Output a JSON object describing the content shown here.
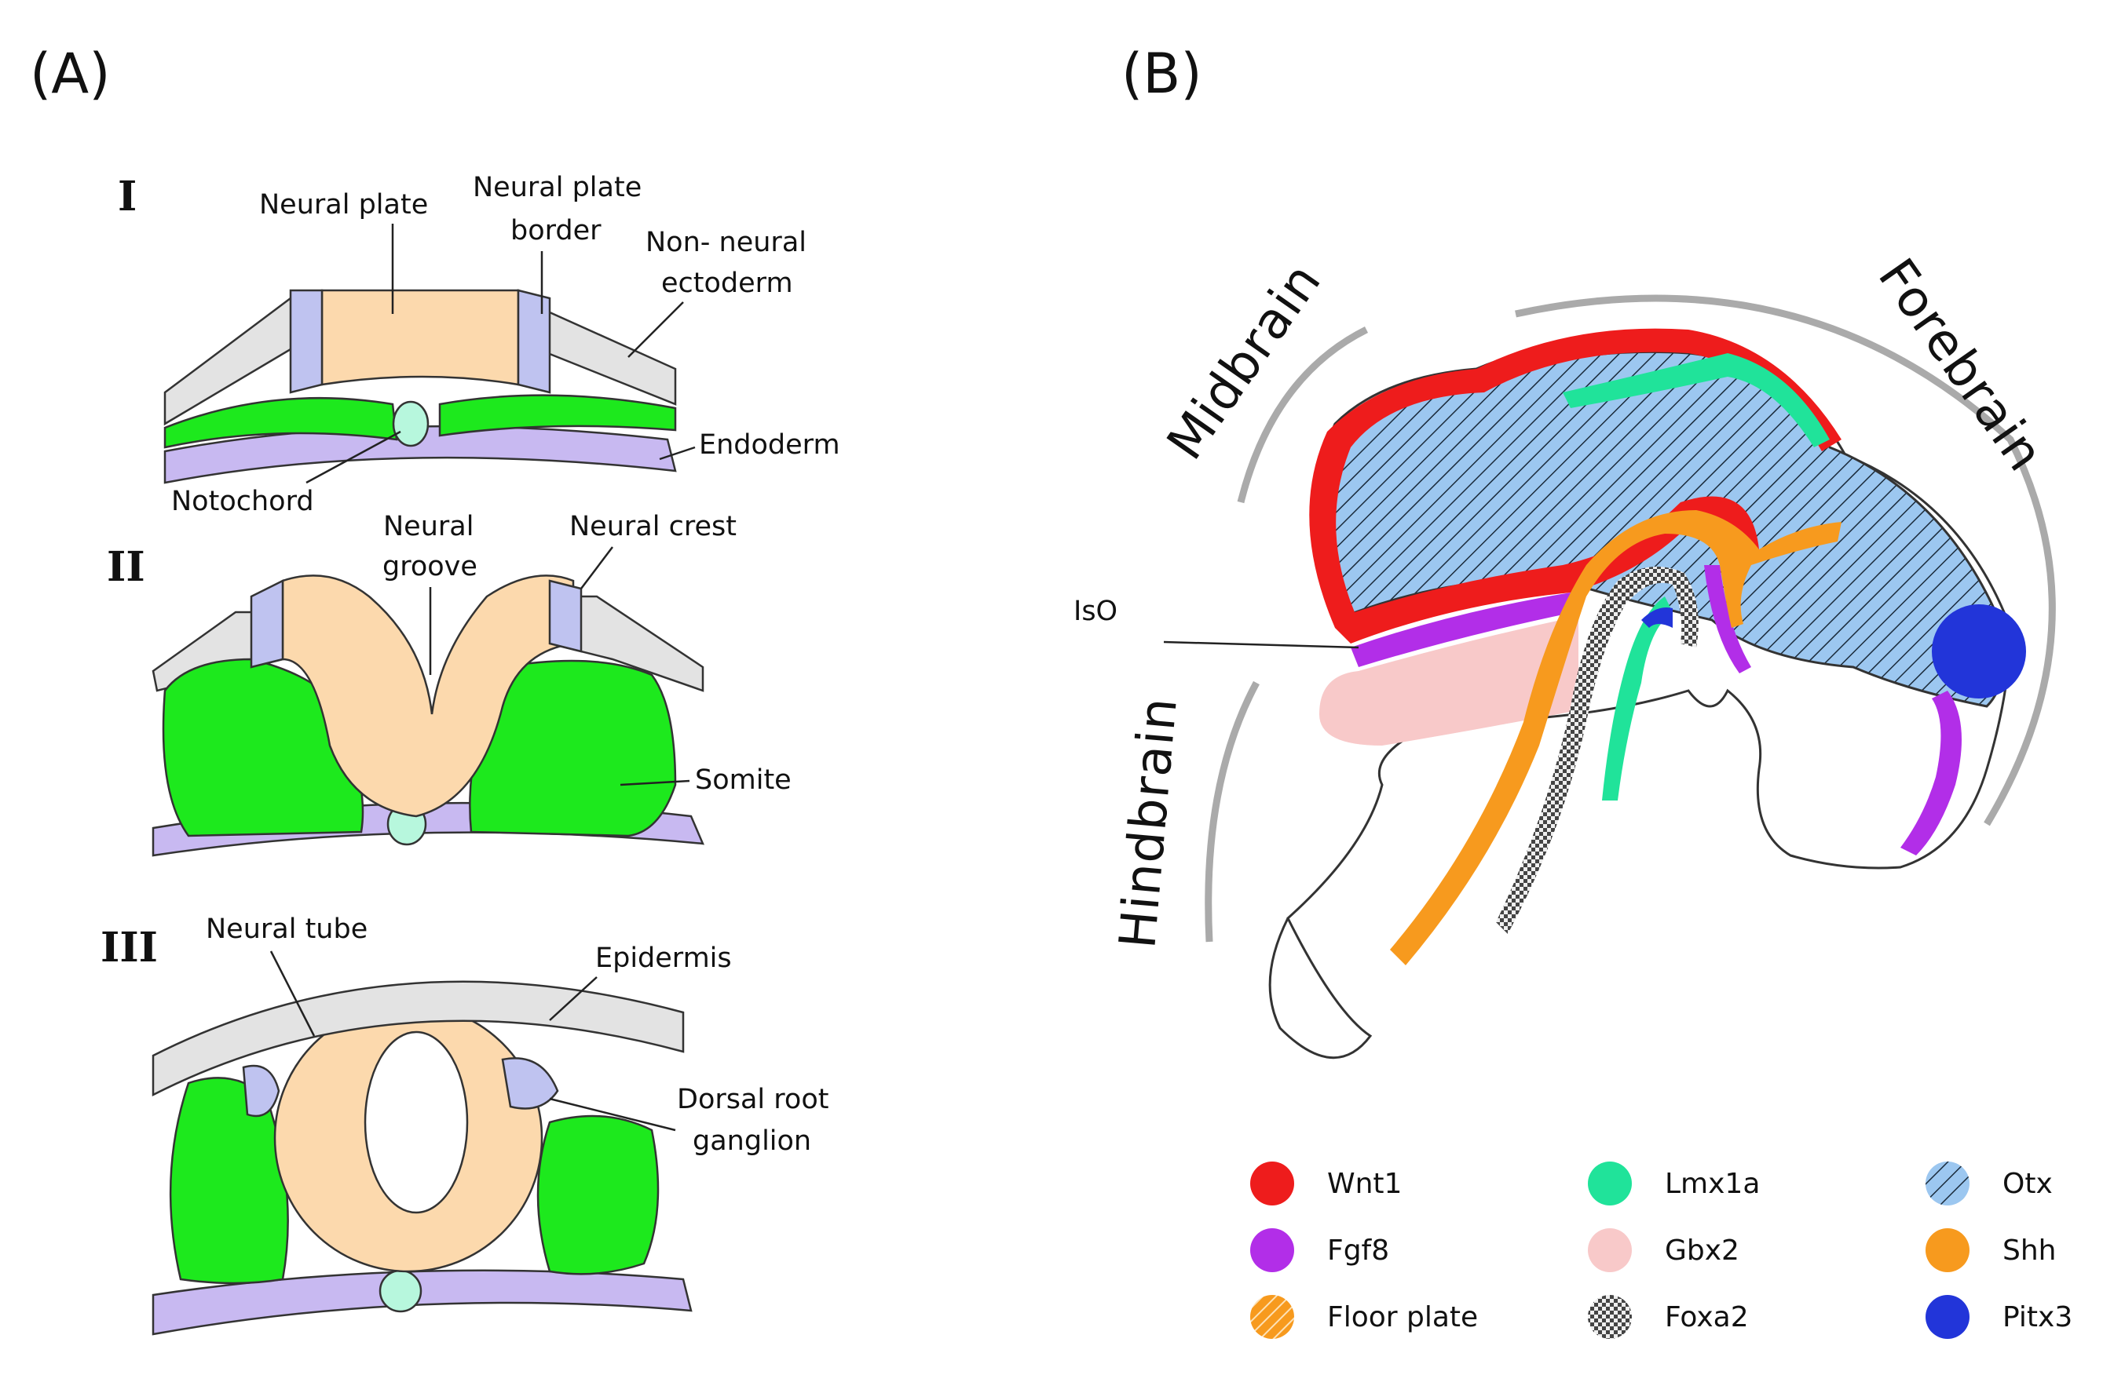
{
  "panels": {
    "a": "(A)",
    "b": "(B)"
  },
  "stages": {
    "i": {
      "roman": "I",
      "neural_plate": "Neural plate",
      "neural_plate_border": [
        "Neural plate",
        "border"
      ],
      "non_neural_ectoderm": [
        "Non- neural",
        "ectoderm"
      ],
      "endoderm": "Endoderm",
      "notochord": "Notochord"
    },
    "ii": {
      "roman": "II",
      "neural_groove": [
        "Neural",
        "groove"
      ],
      "neural_crest": "Neural crest",
      "somite": "Somite"
    },
    "iii": {
      "roman": "III",
      "neural_tube": "Neural tube",
      "epidermis": "Epidermis",
      "dorsal_root_ganglion": [
        "Dorsal root",
        "ganglion"
      ]
    }
  },
  "brain": {
    "midbrain": "Midbrain",
    "forebrain": "Forebrain",
    "hindbrain": "Hindbrain",
    "iso": "IsO"
  },
  "legend": [
    {
      "label": "Wnt1",
      "color": "#ee1c1c",
      "pattern": "solid"
    },
    {
      "label": "Lmx1a",
      "color": "#20e39a",
      "pattern": "solid"
    },
    {
      "label": "Otx",
      "color": "#9cc7f0",
      "pattern": "hatch"
    },
    {
      "label": "Fgf8",
      "color": "#b22ee8",
      "pattern": "solid"
    },
    {
      "label": "Gbx2",
      "color": "#f8c9c9",
      "pattern": "solid"
    },
    {
      "label": "Shh",
      "color": "#f79a1e",
      "pattern": "solid"
    },
    {
      "label": "Floor plate",
      "color": "#f9b363",
      "pattern": "stripe"
    },
    {
      "label": "Foxa2",
      "color": "#777777",
      "pattern": "checker"
    },
    {
      "label": "Pitx3",
      "color": "#2235d9",
      "pattern": "solid"
    }
  ],
  "colors": {
    "neural": "#fcd9ad",
    "border": "#bfc3f0",
    "ectoderm": "#e3e3e3",
    "mesoderm": "#1de91d",
    "endoderm": "#c8b9f1",
    "notochord": "#b7f7dd"
  }
}
